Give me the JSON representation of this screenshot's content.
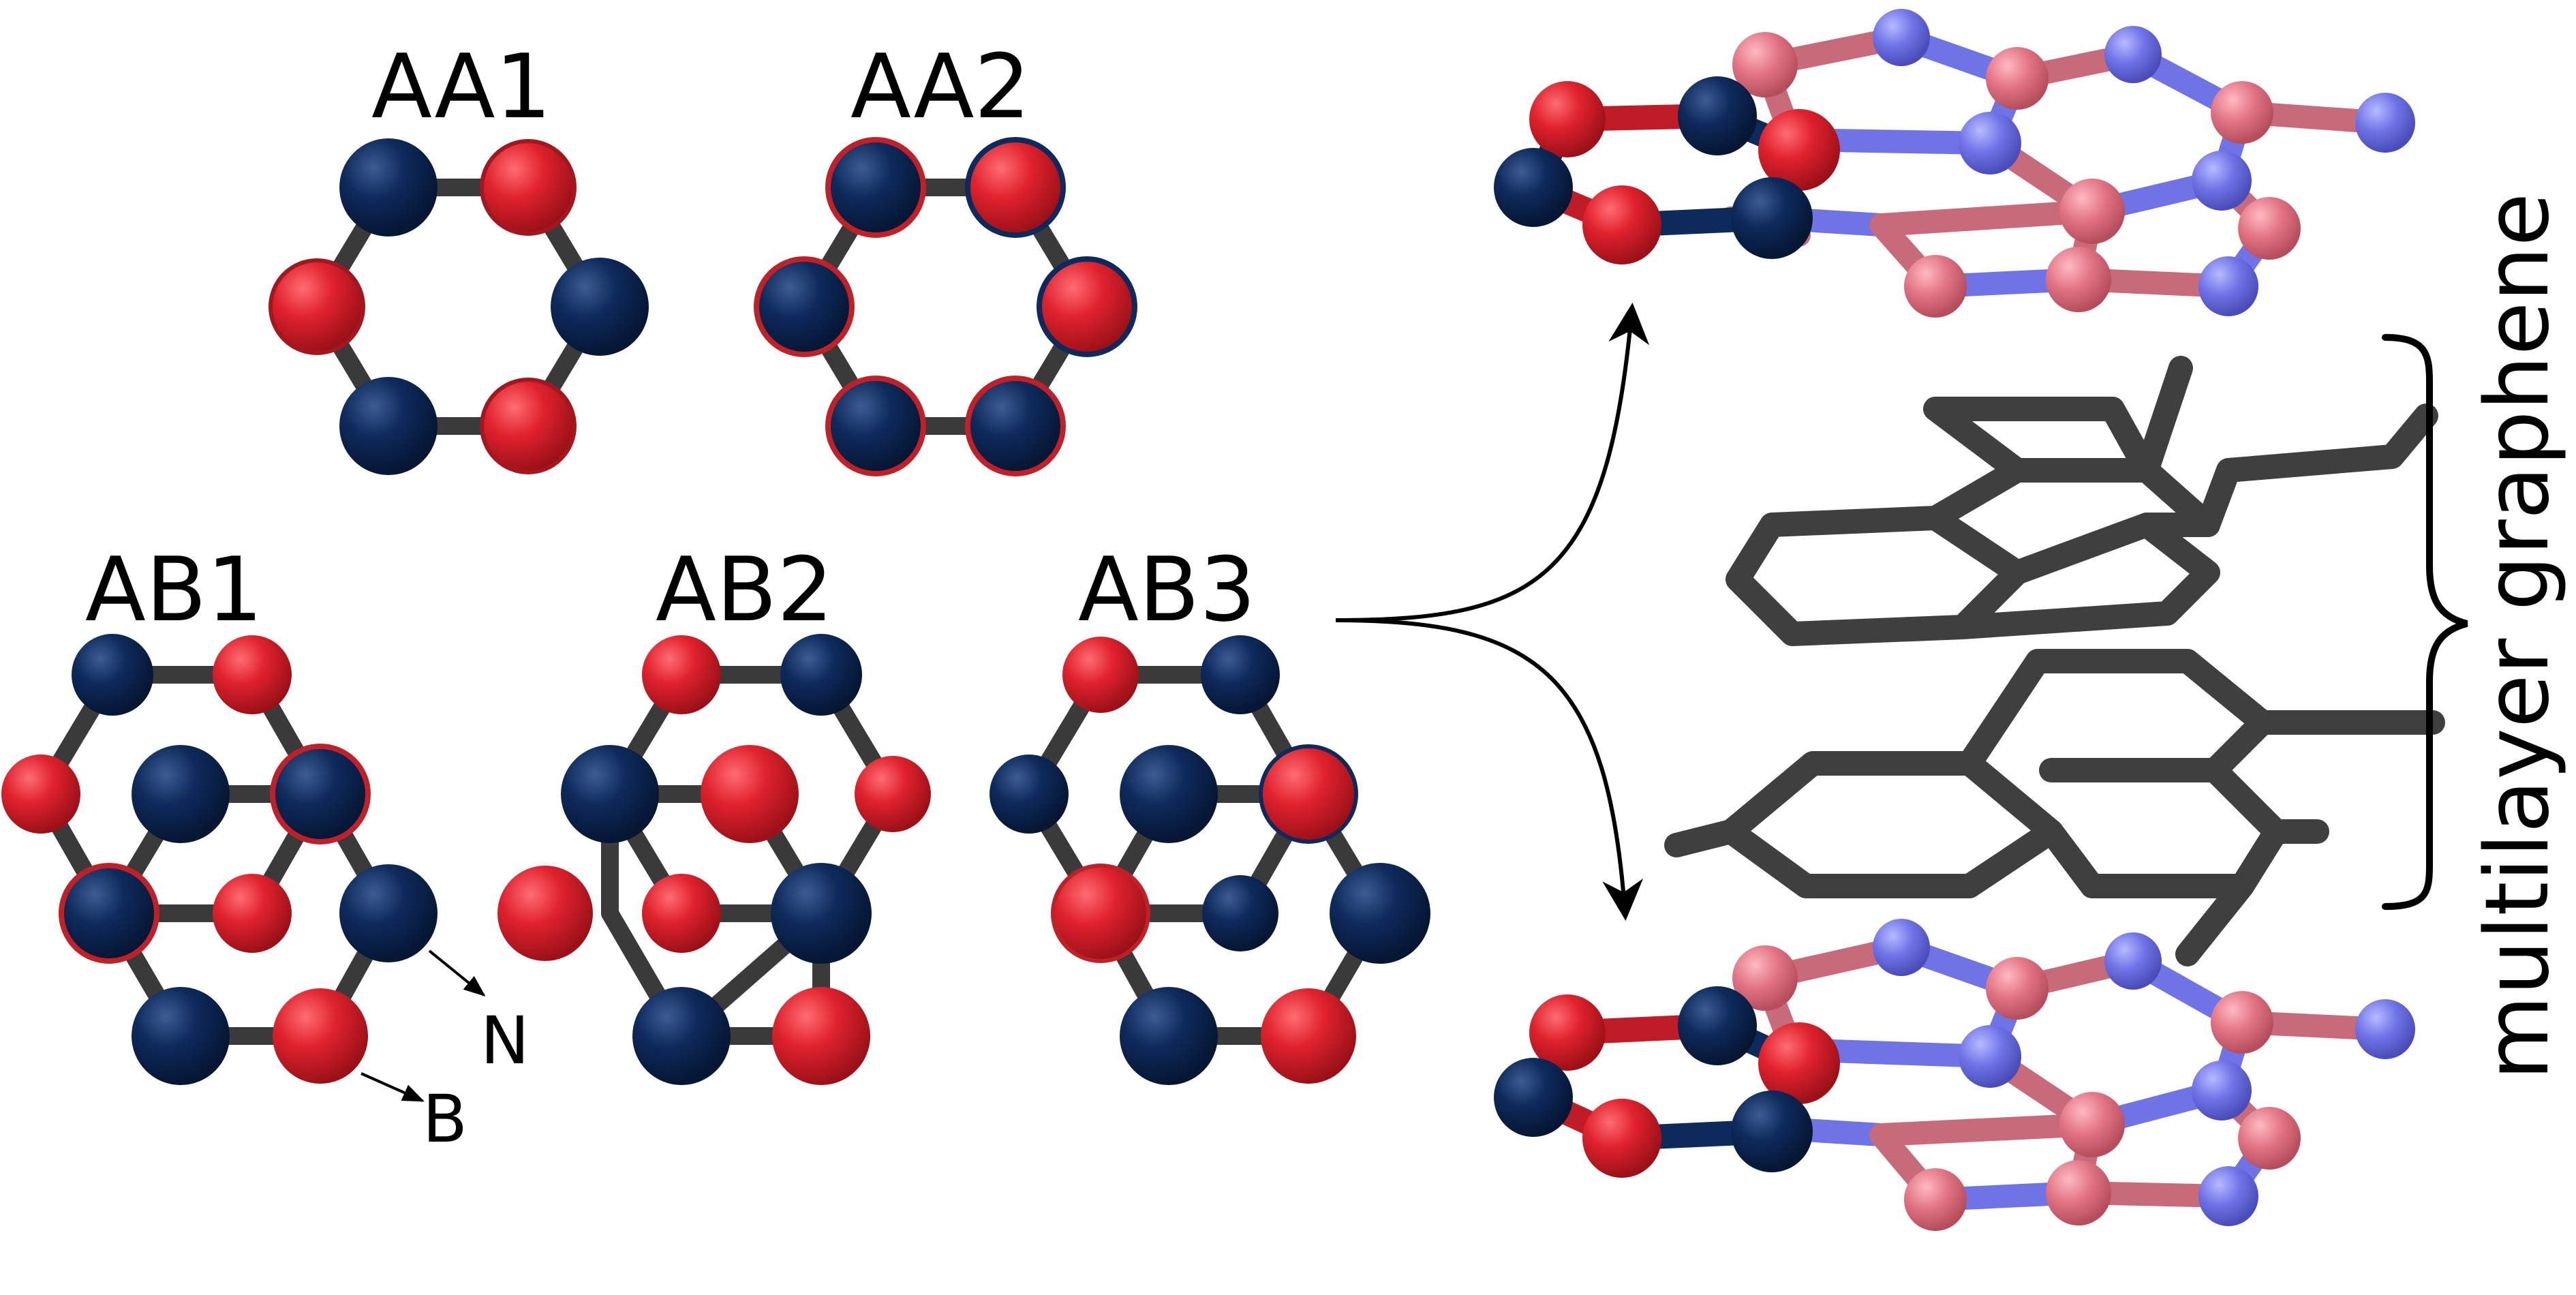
{
  "labels": {
    "aa1": "AA1",
    "aa2": "AA2",
    "ab1": "AB1",
    "ab2": "AB2",
    "ab3": "AB3",
    "n": "N",
    "b": "B",
    "side": "multilayer graphene"
  },
  "colors": {
    "n_atom": "#0e2a5c",
    "b_atom": "#e0222e",
    "n_atom_light": "#6f73e6",
    "b_atom_light": "#e27484",
    "bond": "#3a3a3a",
    "graphene": "#3f3f3f",
    "arrow": "#000000"
  },
  "icons": {
    "arrow_up": "curved-arrow-up-icon",
    "arrow_down": "curved-arrow-down-icon",
    "brace": "curly-brace-icon"
  }
}
